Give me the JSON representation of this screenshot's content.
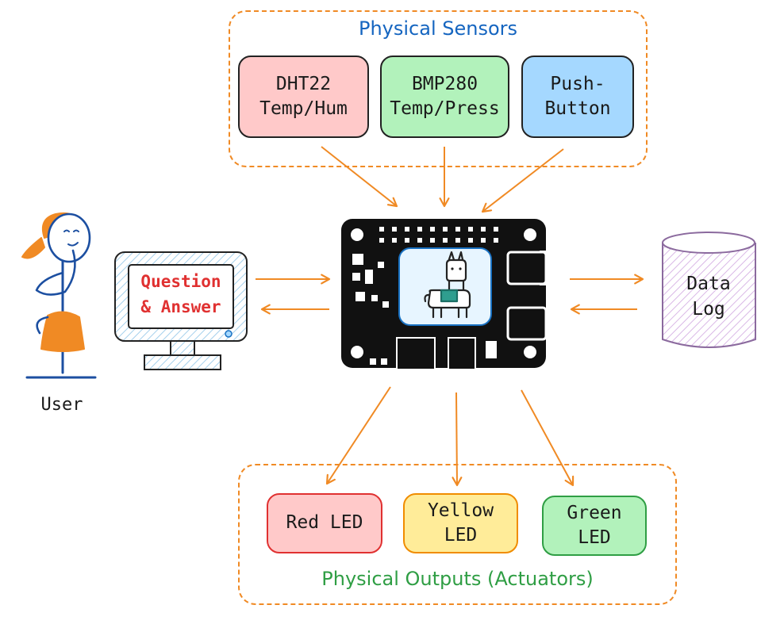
{
  "sensors_group": {
    "title": "Physical Sensors",
    "title_color": "#1565c0",
    "items": [
      {
        "line1": "DHT22",
        "line2": "Temp/Hum",
        "fill": "#ffc9c9"
      },
      {
        "line1": "BMP280",
        "line2": "Temp/Press",
        "fill": "#b2f2bb"
      },
      {
        "line1": "Push-",
        "line2": "Button",
        "fill": "#a5d8ff"
      }
    ]
  },
  "outputs_group": {
    "title": "Physical Outputs (Actuators)",
    "title_color": "#2f9e44",
    "items": [
      {
        "line1": "Red LED",
        "line2": "",
        "fill": "#ffc9c9"
      },
      {
        "line1": "Yellow",
        "line2": "LED",
        "fill": "#ffec99"
      },
      {
        "line1": "Green",
        "line2": "LED",
        "fill": "#b2f2bb"
      }
    ]
  },
  "monitor": {
    "line1": "Question",
    "line2": "& Answer",
    "text_color": "#e03131"
  },
  "user": {
    "label": "User"
  },
  "data_log": {
    "line1": "Data",
    "line2": "Log"
  },
  "colors": {
    "arrow": "#f08a24",
    "board": "#111111",
    "border_orange": "#f08a24"
  },
  "icons": [
    "llama-icon",
    "stick-figure-user-icon",
    "computer-monitor-icon",
    "database-cylinder-icon",
    "microcontroller-board-icon"
  ]
}
